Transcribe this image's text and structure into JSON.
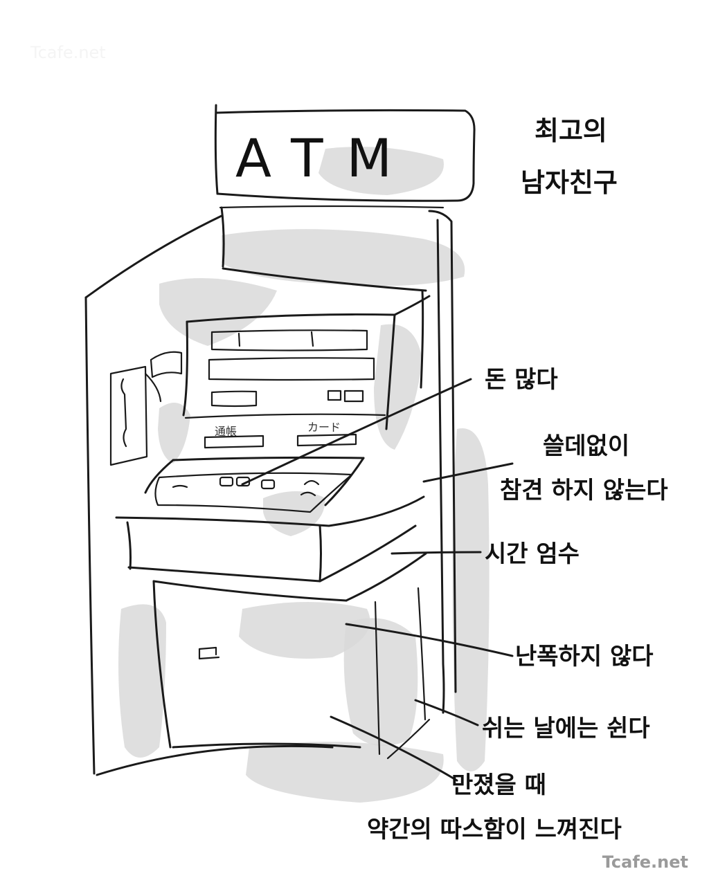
{
  "sign": {
    "text": "ATM"
  },
  "title": {
    "line1": "최고의",
    "line2": "남자친구"
  },
  "panel": {
    "left_label": "通帳",
    "right_label": "カード"
  },
  "annotations": [
    {
      "id": "money",
      "text": "돈 많다"
    },
    {
      "id": "nagging1",
      "text": "쓸데없이"
    },
    {
      "id": "nagging2",
      "text": "참견 하지 않는다"
    },
    {
      "id": "time",
      "text": "시간 엄수"
    },
    {
      "id": "violence",
      "text": "난폭하지 않다"
    },
    {
      "id": "rest",
      "text": "쉬는 날에는 쉰다"
    },
    {
      "id": "touch1",
      "text": "만졌을 때"
    },
    {
      "id": "touch2",
      "text": "약간의 따스함이 느껴진다"
    }
  ],
  "watermark": {
    "text": "Tcafe.net"
  }
}
